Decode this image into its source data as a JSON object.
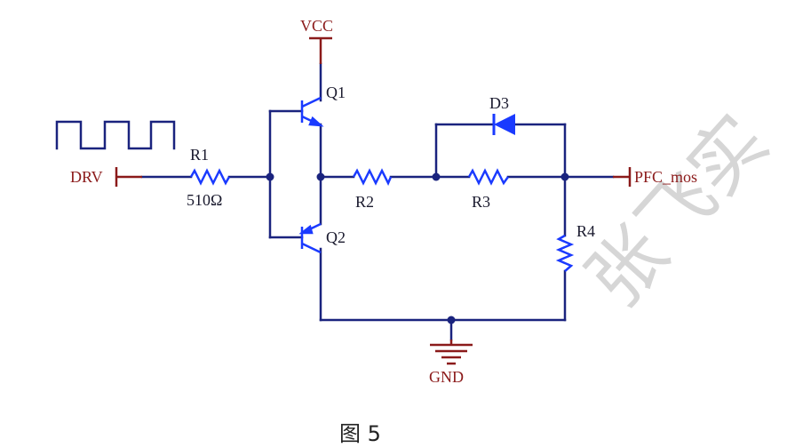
{
  "colors": {
    "wire": "#1a237e",
    "component": "#1a3aff",
    "port": "#8b1a1a",
    "label_dark": "#1a1a2e",
    "watermark": "#d0d0d0",
    "caption": "#222222"
  },
  "labels": {
    "vcc": "VCC",
    "q1": "Q1",
    "q2": "Q2",
    "drv": "DRV",
    "r1": "R1",
    "r1_value": "510Ω",
    "r2": "R2",
    "r3": "R3",
    "r4": "R4",
    "d3": "D3",
    "pfc": "PFC_mos",
    "gnd": "GND"
  },
  "caption": "图 5",
  "watermark": "张飞实",
  "icons": {
    "input_waveform": "square-wave-icon",
    "ground": "ground-icon",
    "diode": "diode-icon"
  }
}
